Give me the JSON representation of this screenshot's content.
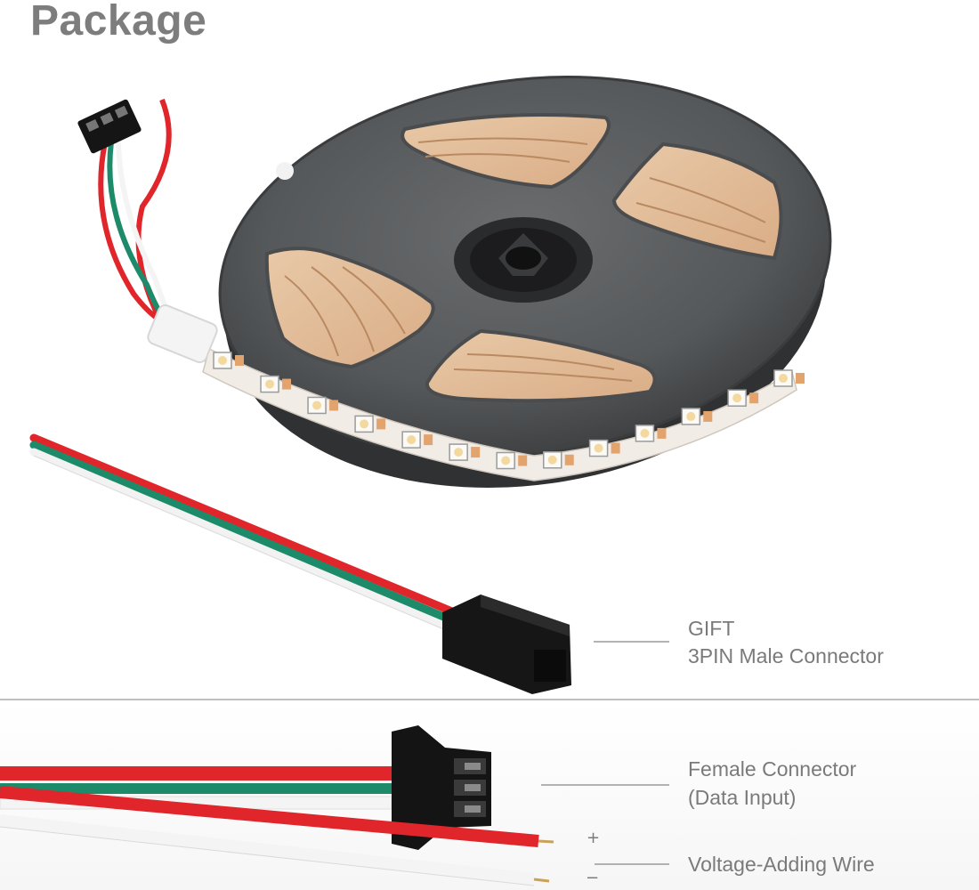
{
  "title": "Package",
  "gift": {
    "line1": "GIFT",
    "line2": "3PIN Male Connector"
  },
  "female": {
    "line1": "Female Connector",
    "line2": "(Data Input)"
  },
  "voltage": {
    "label": "Voltage-Adding Wire",
    "plus": "+",
    "minus": "−"
  },
  "colors": {
    "wire_red": "#e0262b",
    "wire_green": "#1d8a6a",
    "wire_white": "#f2f2f2",
    "reel": "#555759",
    "connector": "#111111",
    "text": "#7a7a7a"
  }
}
